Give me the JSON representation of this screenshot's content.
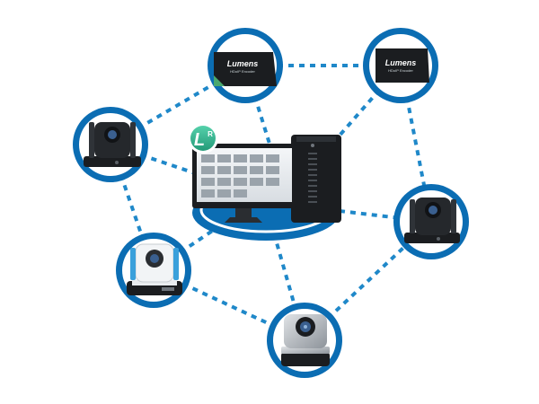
{
  "colors": {
    "ring": "#0b6db3",
    "dash": "#1f88c9",
    "badge": "#3cb896",
    "device_dark": "#1b1d20",
    "accent_green": "#4aa86e"
  },
  "nodes": {
    "encoder_left": {
      "brand": "Lumens",
      "model": "HDoIP Encoder",
      "icon": "encoder-box"
    },
    "encoder_right": {
      "brand": "Lumens",
      "model": "HDoIP Encoder",
      "icon": "encoder-box"
    },
    "camera_left_top": {
      "icon": "ptz-camera-black"
    },
    "camera_left_bottom": {
      "icon": "ptz-camera-white"
    },
    "camera_bottom": {
      "icon": "ptz-camera-silver"
    },
    "camera_right": {
      "icon": "ptz-camera-black"
    },
    "hub": {
      "icon": "computer-workstation"
    }
  },
  "badge": {
    "letter": "L",
    "superscript": "R"
  }
}
